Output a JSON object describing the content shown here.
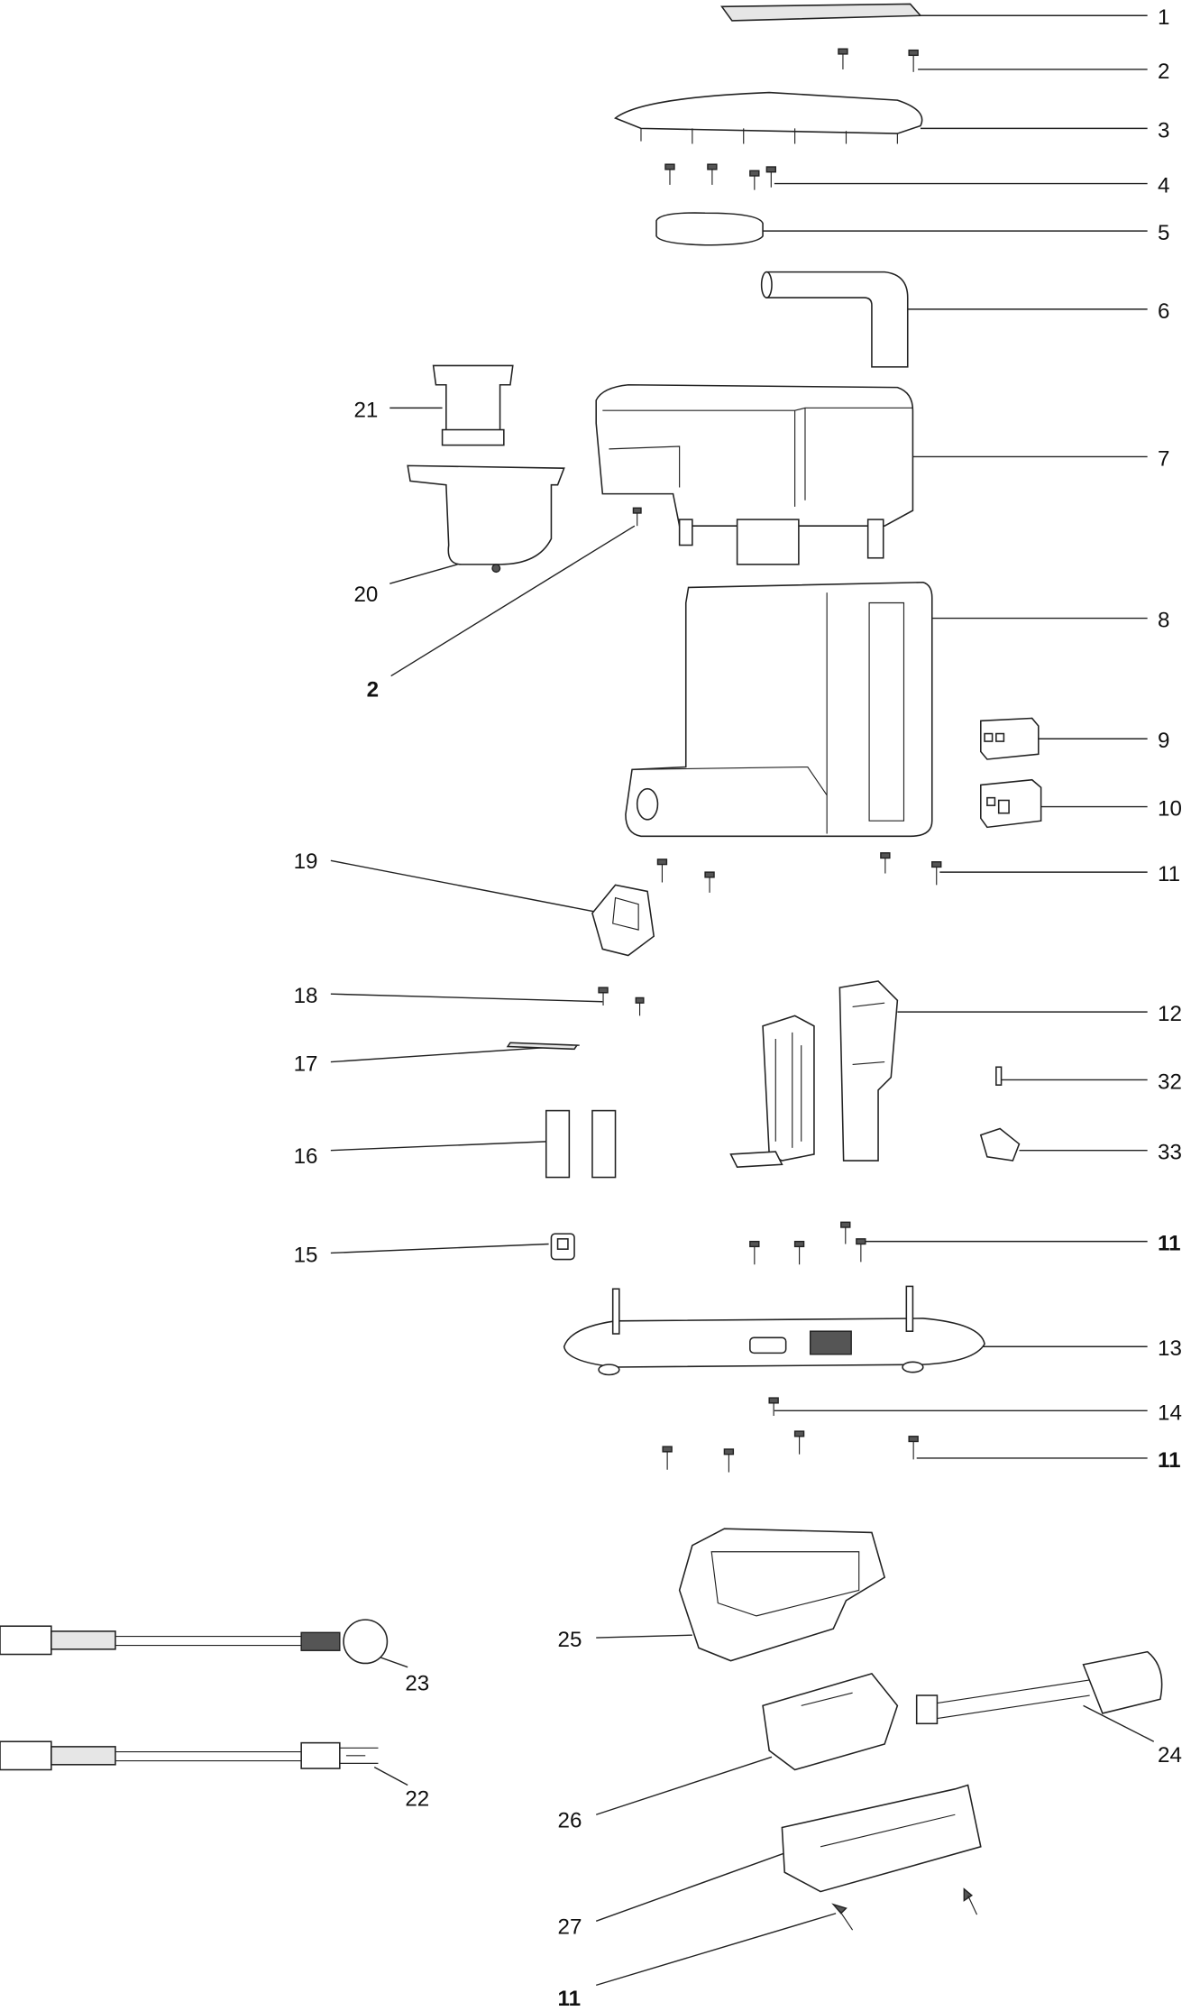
{
  "diagram": {
    "type": "exploded-parts-view",
    "labels": {
      "l1": "1",
      "l2": "2",
      "l3": "3",
      "l4": "4",
      "l5": "5",
      "l6": "6",
      "l7": "7",
      "l8": "8",
      "l9": "9",
      "l10": "10",
      "l11a": "11",
      "l12": "12",
      "l32": "32",
      "l33": "33",
      "l11b": "11",
      "l13": "13",
      "l14": "14",
      "l11c": "11",
      "l21": "21",
      "l20": "20",
      "l2b": "2",
      "l19": "19",
      "l18": "18",
      "l17": "17",
      "l16": "16",
      "l15": "15",
      "l25": "25",
      "l23": "23",
      "l24": "24",
      "l22": "22",
      "l26": "26",
      "l27": "27",
      "l11d": "11"
    }
  }
}
